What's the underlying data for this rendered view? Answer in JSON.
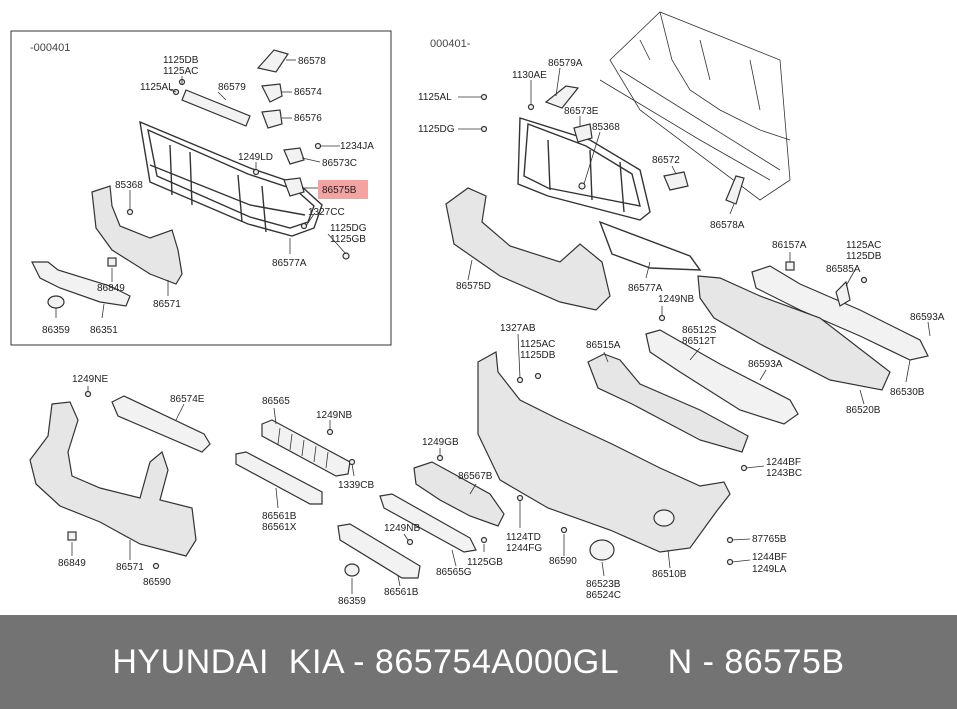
{
  "inset_header": "-000401",
  "main_header": "000401-",
  "highlight_color": "#f4a3a3",
  "footer": {
    "text": "HYUNDAI  KIA - 865754A000GL     N - 86575B",
    "background": "#737373"
  },
  "labels": {
    "l_1125DB_a": "1125DB",
    "l_1125AC_a": "1125AC",
    "l_86578": "86578",
    "l_1125AL_a": "1125AL",
    "l_86579": "86579",
    "l_86574": "86574",
    "l_86576": "86576",
    "l_1234JA": "1234JA",
    "l_1249LD": "1249LD",
    "l_86573C": "86573C",
    "l_86575B": "86575B",
    "l_85368_a": "85368",
    "l_1327CC": "1327CC",
    "l_1125DG_a": "1125DG",
    "l_1125GB_a": "1125GB",
    "l_86577A_a": "86577A",
    "l_86849_a": "86849",
    "l_86571_a": "86571",
    "l_86359_a": "86359",
    "l_86351": "86351",
    "l_86579A": "86579A",
    "l_1130AE": "1130AE",
    "l_1125AL_b": "1125AL",
    "l_86573E": "86573E",
    "l_85368_b": "85368",
    "l_1125DG_b": "1125DG",
    "l_86572": "86572",
    "l_86578A": "86578A",
    "l_86575D": "86575D",
    "l_86577A_b": "86577A",
    "l_86157A": "86157A",
    "l_1125AC_b": "1125AC",
    "l_1125DB_b": "1125DB",
    "l_86585A": "86585A",
    "l_1249NB_a": "1249NB",
    "l_1327AB": "1327AB",
    "l_86512S": "86512S",
    "l_86512T": "86512T",
    "l_86515A": "86515A",
    "l_1125AC_c": "1125AC",
    "l_1125DB_c": "1125DB",
    "l_86593A_a": "86593A",
    "l_86593A_b": "86593A",
    "l_86530B": "86530B",
    "l_86520B": "86520B",
    "l_1249NE": "1249NE",
    "l_86574E": "86574E",
    "l_86565": "86565",
    "l_1249NB_b": "1249NB",
    "l_1249GB": "1249GB",
    "l_86567B": "86567B",
    "l_1244BF_a": "1244BF",
    "l_1243BC": "1243BC",
    "l_1339CB": "1339CB",
    "l_86561B_a": "86561B",
    "l_86561X": "86561X",
    "l_1124TD": "1124TD",
    "l_1244FG": "1244FG",
    "l_87765B": "87765B",
    "l_1249NB_c": "1249NB",
    "l_1244BF_b": "1244BF",
    "l_1249LA": "1249LA",
    "l_86849_b": "86849",
    "l_86571_b": "86571",
    "l_86590_a": "86590",
    "l_86565G": "86565G",
    "l_1125GB_b": "1125GB",
    "l_86590_b": "86590",
    "l_86523B": "86523B",
    "l_86524C": "86524C",
    "l_86510B": "86510B",
    "l_86359_b": "86359",
    "l_86561B_b": "86561B"
  }
}
